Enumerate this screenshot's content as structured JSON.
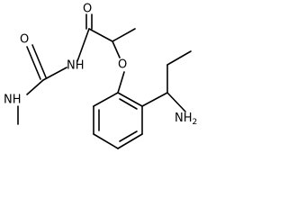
{
  "structure": {
    "atoms": {
      "o_carbonyl_amide": "O",
      "o_carbonyl_urea": "O",
      "o_ether": "O",
      "nh_imide": "NH",
      "nh_methylamino": "NH",
      "nh2_amine": "NH2"
    }
  }
}
